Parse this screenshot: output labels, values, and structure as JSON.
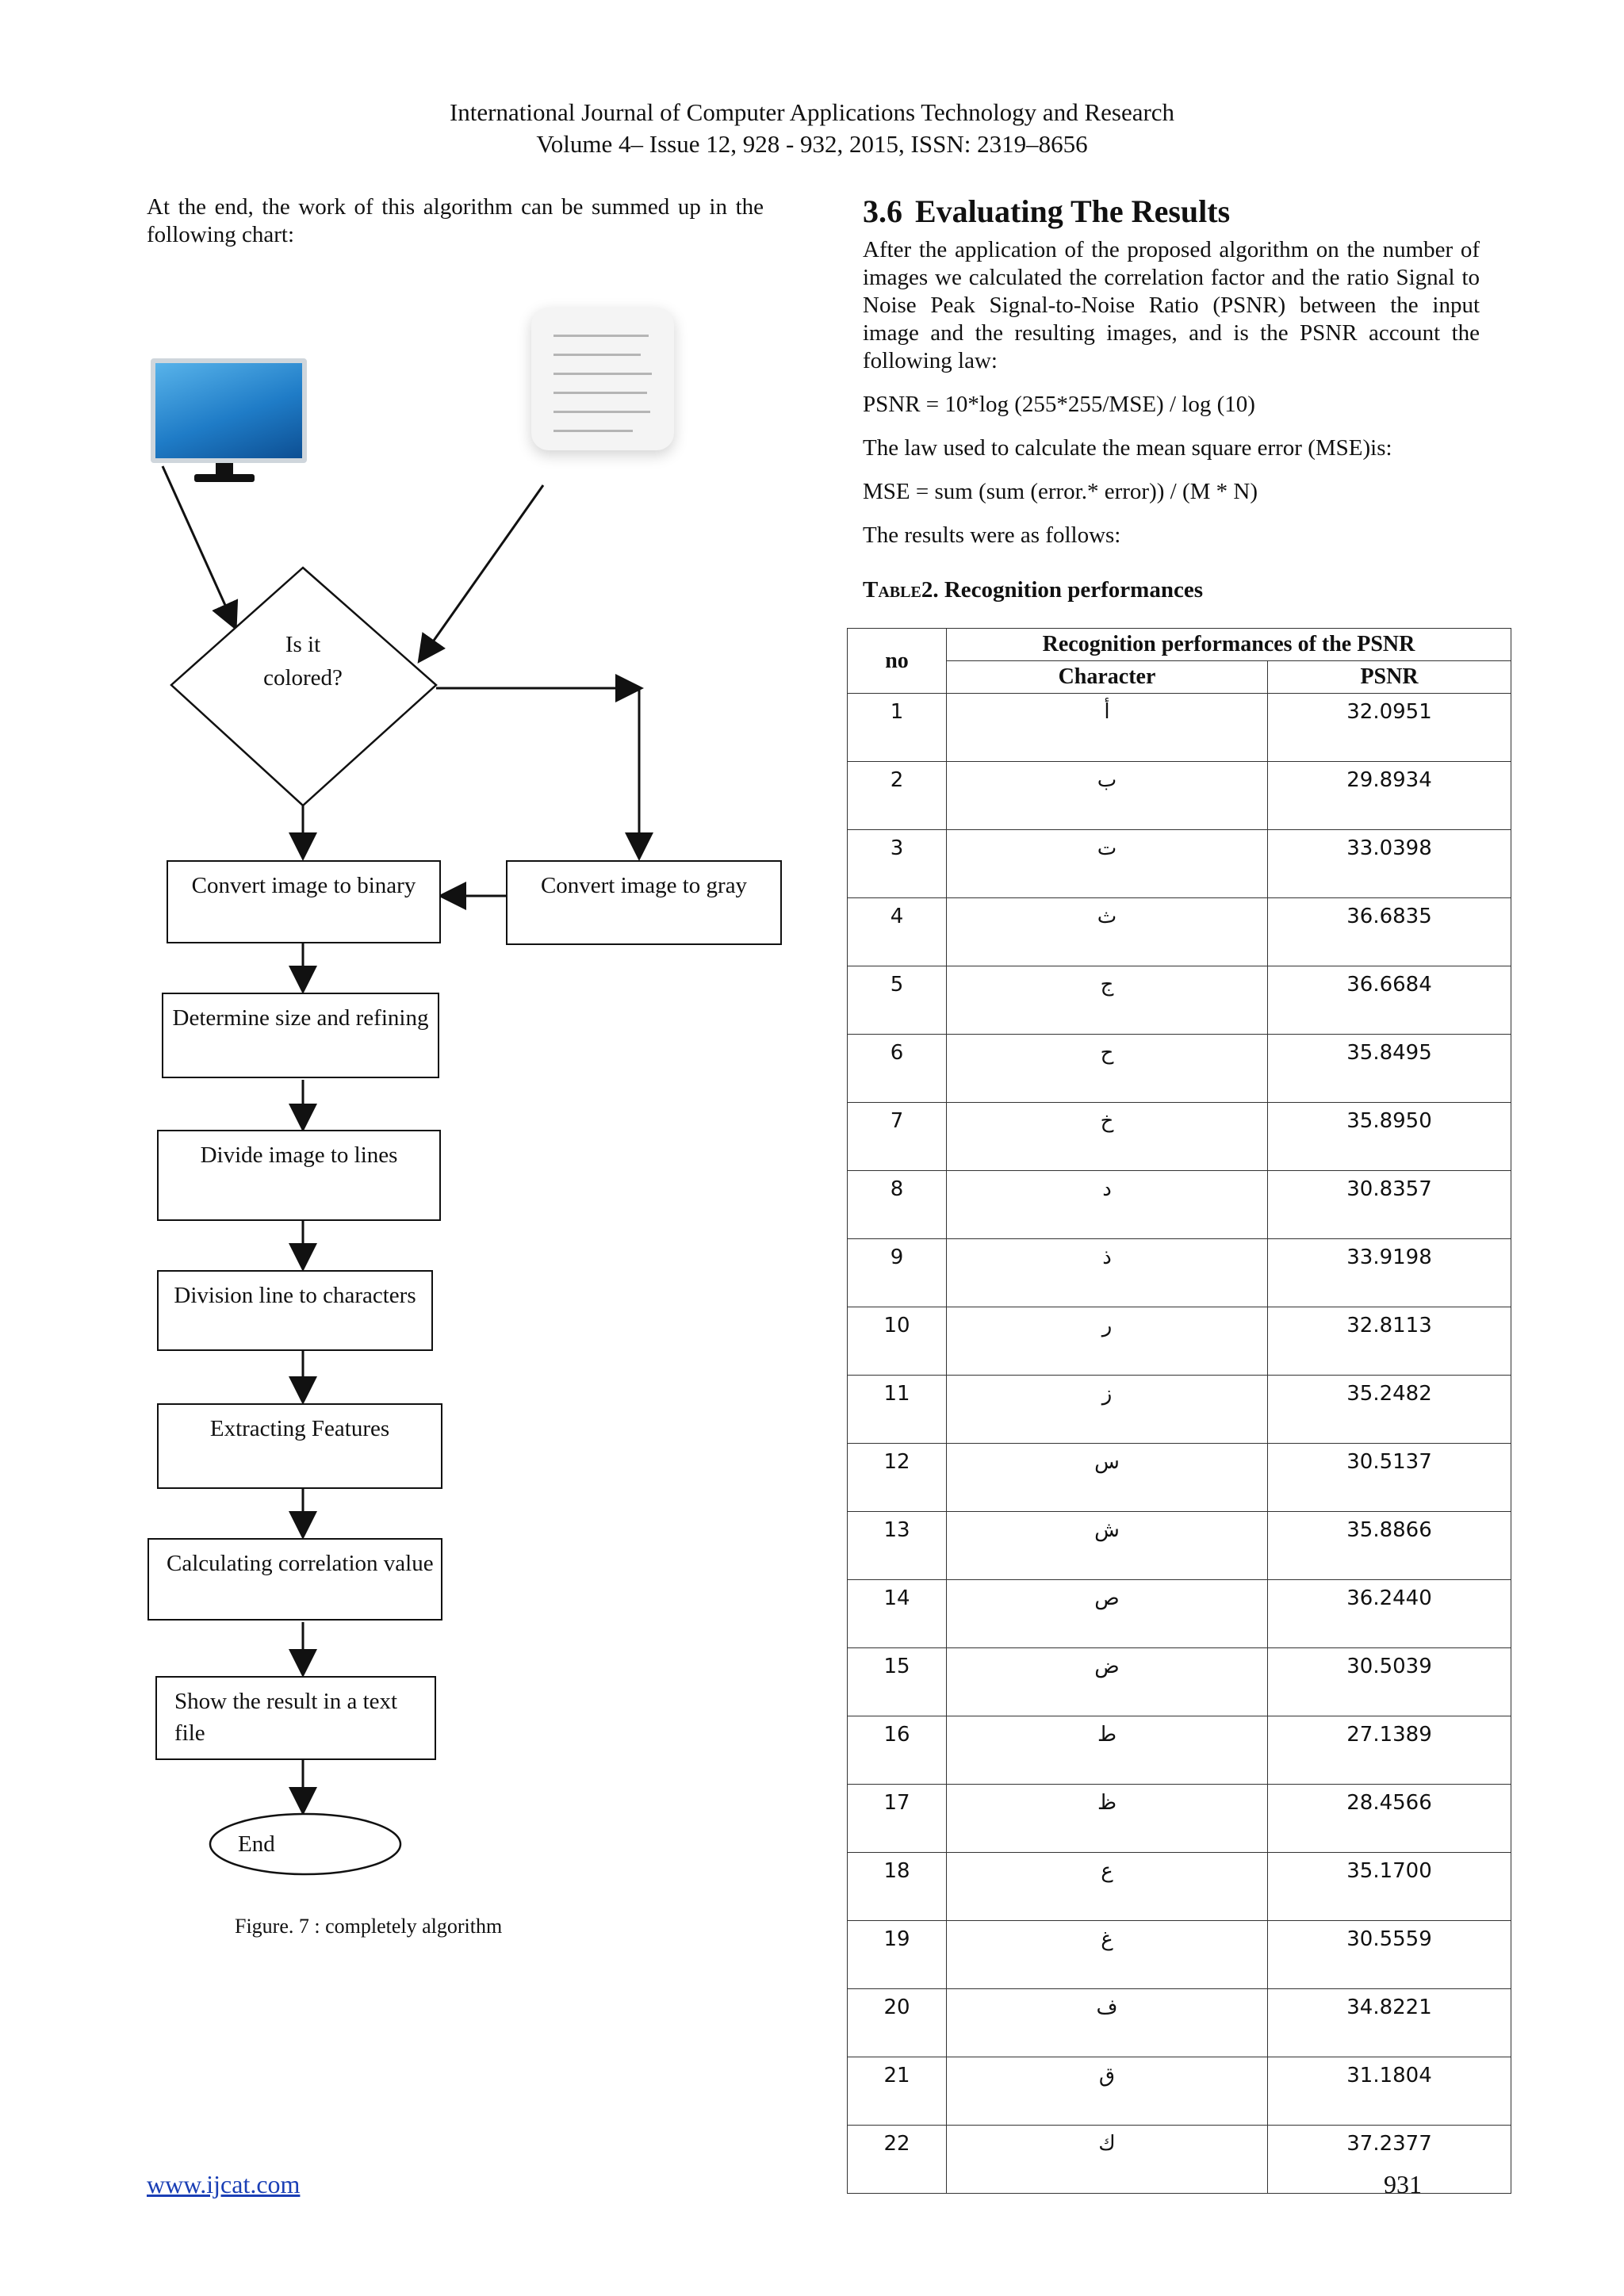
{
  "header": {
    "journal": "International Journal of Computer Applications Technology and Research",
    "volume": "Volume 4– Issue 12, 928 - 932, 2015, ISSN: 2319–8656"
  },
  "left": {
    "intro": "At the end, the work of this algorithm can be summed up in the following chart:"
  },
  "flowchart": {
    "decision": [
      "Is it",
      "colored?"
    ],
    "steps": {
      "convert_binary": "Convert image to binary",
      "convert_gray": "Convert image to gray",
      "determine_size": "Determine size and refining",
      "divide_lines": "Divide image to lines",
      "division_chars": "Division line to characters",
      "extract_features": "Extracting Features",
      "calc_correlation": "Calculating correlation value",
      "show_result": "Show the result in a text file"
    },
    "end": "End",
    "caption": "Figure. 7  : completely algorithm"
  },
  "right": {
    "section_number": "3.6",
    "section_title": "Evaluating The Results",
    "para1": "After the application of the proposed algorithm on the number of images we calculated the correlation factor and the ratio Signal to Noise Peak Signal-to-Noise Ratio (PSNR) between the input image and the resulting images, and is the PSNR account the following law:",
    "formula_psnr": "PSNR = 10*log (255*255/MSE) / log (10)",
    "para2": "The law used to calculate the mean square error (MSE)is:",
    "formula_mse": "MSE = sum (sum (error.* error)) / (M * N)",
    "para3": "The results were as follows:"
  },
  "table": {
    "caption_prefix": "Table",
    "caption_rest": "2. Recognition performances",
    "header_no": "no",
    "header_group": "Recognition performances of the PSNR",
    "header_char": "Character",
    "header_psnr": "PSNR",
    "rows": [
      {
        "no": "1",
        "char": "أ",
        "psnr": "32.0951"
      },
      {
        "no": "2",
        "char": "ب",
        "psnr": "29.8934"
      },
      {
        "no": "3",
        "char": "ت",
        "psnr": "33.0398"
      },
      {
        "no": "4",
        "char": "ث",
        "psnr": "36.6835"
      },
      {
        "no": "5",
        "char": "ج",
        "psnr": "36.6684"
      },
      {
        "no": "6",
        "char": "ح",
        "psnr": "35.8495"
      },
      {
        "no": "7",
        "char": "خ",
        "psnr": "35.8950"
      },
      {
        "no": "8",
        "char": "د",
        "psnr": "30.8357"
      },
      {
        "no": "9",
        "char": "ذ",
        "psnr": "33.9198"
      },
      {
        "no": "10",
        "char": "ر",
        "psnr": "32.8113"
      },
      {
        "no": "11",
        "char": "ز",
        "psnr": "35.2482"
      },
      {
        "no": "12",
        "char": "س",
        "psnr": "30.5137"
      },
      {
        "no": "13",
        "char": "ش",
        "psnr": "35.8866"
      },
      {
        "no": "14",
        "char": "ص",
        "psnr": "36.2440"
      },
      {
        "no": "15",
        "char": "ض",
        "psnr": "30.5039"
      },
      {
        "no": "16",
        "char": "ط",
        "psnr": "27.1389"
      },
      {
        "no": "17",
        "char": "ظ",
        "psnr": "28.4566"
      },
      {
        "no": "18",
        "char": "ع",
        "psnr": "35.1700"
      },
      {
        "no": "19",
        "char": "غ",
        "psnr": "30.5559"
      },
      {
        "no": "20",
        "char": "ف",
        "psnr": "34.8221"
      },
      {
        "no": "21",
        "char": "ق",
        "psnr": "31.1804"
      },
      {
        "no": "22",
        "char": "ك",
        "psnr": "37.2377"
      }
    ]
  },
  "footer": {
    "link": "www.ijcat.com",
    "page": "931"
  },
  "colors": {
    "link": "#1a3fb5",
    "monitor_screen": "#1f7cc7"
  },
  "icons": [
    "monitor-icon",
    "document-image-icon"
  ]
}
